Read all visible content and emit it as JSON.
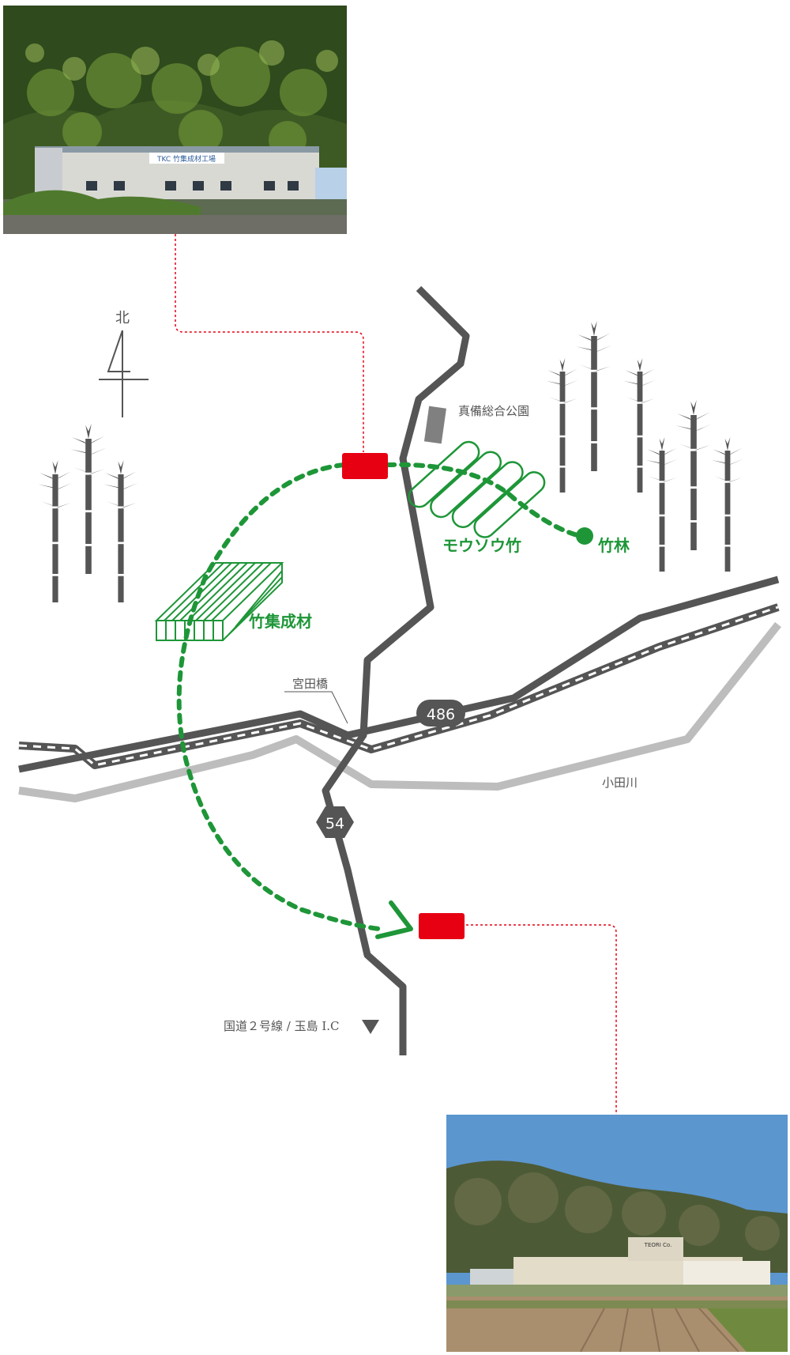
{
  "map": {
    "north_label": "北",
    "park_label": "真備総合公園",
    "moso_label": "モウソウ竹",
    "forest_label": "竹林",
    "lumber_label": "竹集成材",
    "bridge_label": "宮田橋",
    "river_label": "小田川",
    "route_486": "486",
    "route_54": "54",
    "highway_label": "国道２号線 / 玉島 I.C"
  },
  "photos": {
    "top_sign": "TKC 竹集成材工場",
    "bottom_sign": "TEORI Co."
  },
  "colors": {
    "road": "#555555",
    "river": "#bdbdbd",
    "flow": "#1e9638",
    "marker": "#e60012",
    "leader": "#e60012"
  }
}
